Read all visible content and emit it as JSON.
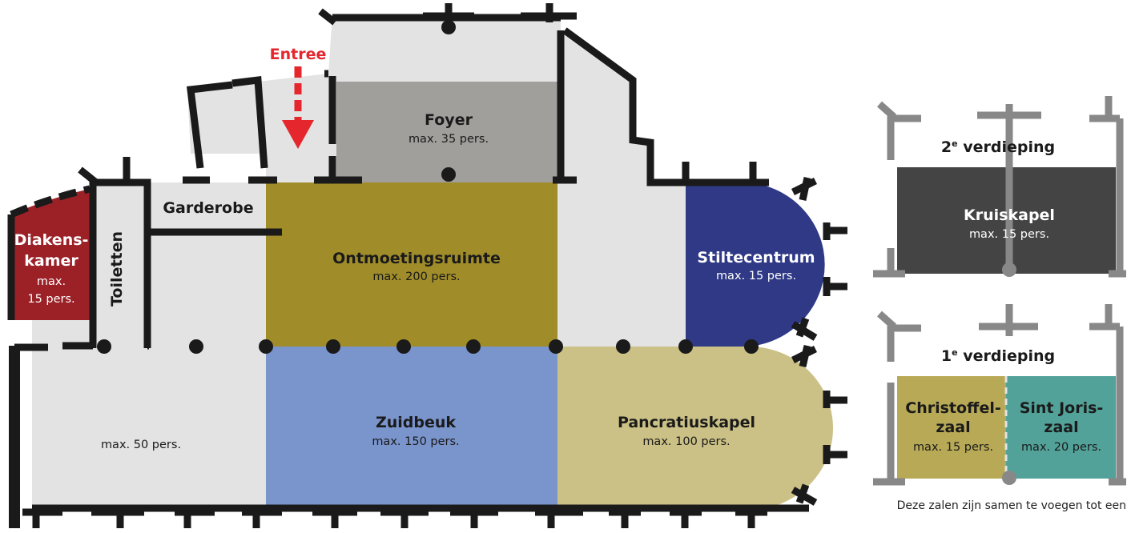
{
  "entrance": {
    "label": "Entree",
    "color": "#e5262d"
  },
  "rooms": {
    "foyer": {
      "name": "Foyer",
      "capacity": "max. 35 pers.",
      "color": "#a19f9c"
    },
    "garderobe": {
      "name": "Garderobe"
    },
    "toiletten": {
      "name": "Toiletten"
    },
    "diakenskamer": {
      "name_line1": "Diakens-",
      "name_line2": "kamer",
      "capacity_line1": "max.",
      "capacity_line2": "15 pers.",
      "color": "#9b2127"
    },
    "ontmoetingsruimte": {
      "name": "Ontmoetingsruimte",
      "capacity": "max. 200 pers.",
      "color": "#a08d2a"
    },
    "stiltecentrum": {
      "name": "Stiltecentrum",
      "capacity": "max. 15 pers.",
      "color": "#2f3986"
    },
    "west_aisle": {
      "capacity": "max. 50 pers."
    },
    "zuidbeuk": {
      "name": "Zuidbeuk",
      "capacity": "max. 150 pers.",
      "color": "#7a94cc"
    },
    "pancratiuskapel": {
      "name": "Pancratiuskapel",
      "capacity": "max. 100 pers.",
      "color": "#cbc085"
    }
  },
  "floors": {
    "second": {
      "label_number": "2",
      "label_sup": "e",
      "label_text": " verdieping",
      "rooms": {
        "kruiskapel": {
          "name": "Kruiskapel",
          "capacity": "max. 15 pers.",
          "color": "#444444"
        }
      }
    },
    "first": {
      "label_number": "1",
      "label_sup": "e",
      "label_text": " verdieping",
      "rooms": {
        "christoffelzaal": {
          "name_line1": "Christoffel-",
          "name_line2": "zaal",
          "capacity": "max. 15 pers.",
          "color": "#b8a956"
        },
        "sint_joriszaal": {
          "name_line1": "Sint Joris-",
          "name_line2": "zaal",
          "capacity": "max. 20 pers.",
          "color": "#52a29a"
        }
      }
    }
  },
  "footnote": "Deze zalen zijn samen te voegen tot een",
  "colors": {
    "floor": "#e3e3e3",
    "wall": "#1a1a1a",
    "upper_wall": "#888888"
  }
}
